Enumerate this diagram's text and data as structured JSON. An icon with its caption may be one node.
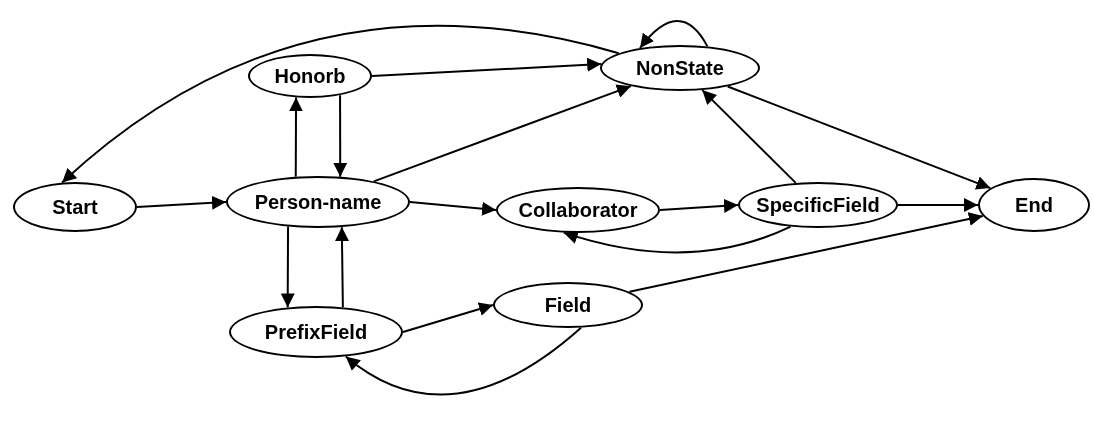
{
  "diagram": {
    "nodes": [
      {
        "text": [
          "Start"
        ]
      },
      {
        "text": [
          "Person-name"
        ]
      },
      {
        "text": [
          "Honorb"
        ]
      },
      {
        "text": [
          "NonState"
        ]
      },
      {
        "text": [
          "Collaborator"
        ]
      },
      {
        "text": [
          "SpecificField"
        ]
      },
      {
        "text": [
          "End"
        ]
      },
      {
        "text": [
          "PrefixField"
        ]
      },
      {
        "text": [
          "Field"
        ]
      }
    ],
    "edges": [
      {
        "from": 0,
        "to": 1,
        "arrow": "to"
      },
      {
        "from": 1,
        "to": 2,
        "arrow": "to"
      },
      {
        "from": 2,
        "to": 1,
        "arrow": "to"
      },
      {
        "from": 2,
        "to": 3,
        "arrow": "to"
      },
      {
        "from": 1,
        "to": 3,
        "arrow": "to"
      },
      {
        "from": 3,
        "to": 0,
        "arrow": "to"
      },
      {
        "from": 3,
        "to": 3,
        "arrow": "to"
      },
      {
        "from": 3,
        "to": 6,
        "arrow": "to"
      },
      {
        "from": 1,
        "to": 4,
        "arrow": "to"
      },
      {
        "from": 4,
        "to": 5,
        "arrow": "to"
      },
      {
        "from": 5,
        "to": 3,
        "arrow": "to"
      },
      {
        "from": 5,
        "to": 6,
        "arrow": "to"
      },
      {
        "from": 5,
        "to": 4,
        "arrow": "to"
      },
      {
        "from": 1,
        "to": 7,
        "arrow": "to"
      },
      {
        "from": 7,
        "to": 1,
        "arrow": "to"
      },
      {
        "from": 7,
        "to": 8,
        "arrow": "to"
      },
      {
        "from": 8,
        "to": 6,
        "arrow": "to"
      },
      {
        "from": 8,
        "to": 7,
        "arrow": "to"
      }
    ]
  }
}
